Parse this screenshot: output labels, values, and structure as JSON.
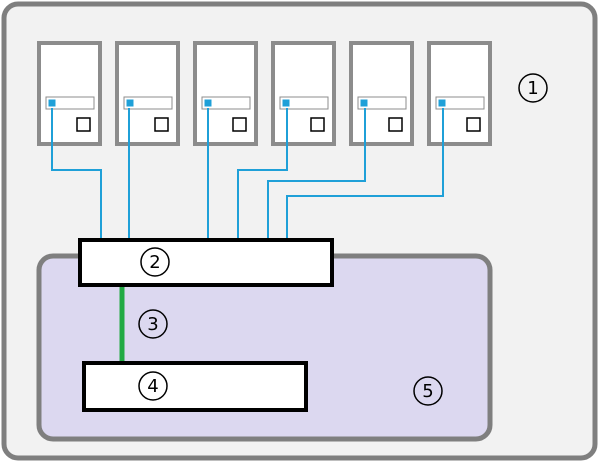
{
  "diagram": {
    "labels": {
      "outer": "1",
      "switch": "2",
      "link": "3",
      "storage": "4",
      "group": "5"
    },
    "colors": {
      "outer_stroke": "#7f7f7f",
      "outer_fill": "#f2f2f2",
      "group_fill": "#dcd8f0",
      "group_stroke": "#7f7f7f",
      "cable_blue": "#1fa0d8",
      "cable_green": "#22aa44",
      "box_stroke": "#000000",
      "server_stroke": "#8c8c8c"
    },
    "servers": [
      {
        "id": "server-1"
      },
      {
        "id": "server-2"
      },
      {
        "id": "server-3"
      },
      {
        "id": "server-4"
      },
      {
        "id": "server-5"
      },
      {
        "id": "server-6"
      }
    ]
  }
}
